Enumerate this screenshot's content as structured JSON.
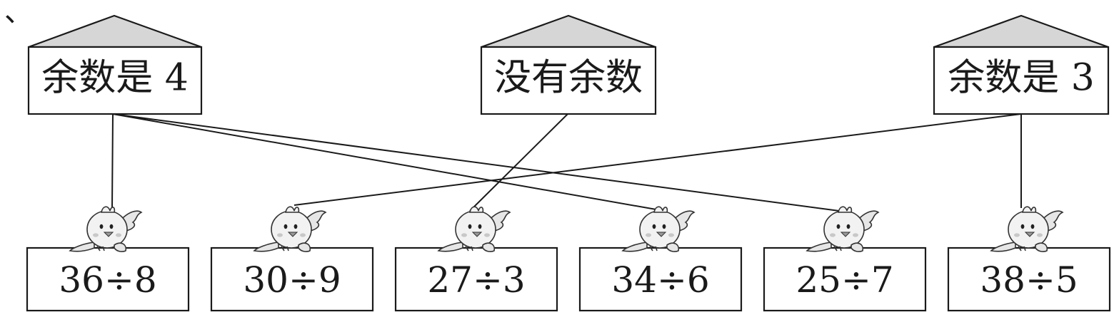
{
  "corner_mark": "、",
  "houses": [
    {
      "id": "rem4",
      "label": "余数是 4"
    },
    {
      "id": "none",
      "label": "没有余数"
    },
    {
      "id": "rem3",
      "label": "余数是 3"
    }
  ],
  "expressions": [
    {
      "id": "e1",
      "label": "36÷8"
    },
    {
      "id": "e2",
      "label": "30÷9"
    },
    {
      "id": "e3",
      "label": "27÷3"
    },
    {
      "id": "e4",
      "label": "34÷6"
    },
    {
      "id": "e5",
      "label": "25÷7"
    },
    {
      "id": "e6",
      "label": "38÷5"
    }
  ],
  "connections": [
    {
      "from": "rem4",
      "to": "e1"
    },
    {
      "from": "rem4",
      "to": "e4"
    },
    {
      "from": "rem4",
      "to": "e5"
    },
    {
      "from": "none",
      "to": "e3"
    },
    {
      "from": "rem3",
      "to": "e2"
    },
    {
      "from": "rem3",
      "to": "e6"
    }
  ],
  "icons": {
    "bird": "bird-icon"
  },
  "colors": {
    "ink": "#1a1a1a",
    "roof": "#d6d6d6"
  }
}
